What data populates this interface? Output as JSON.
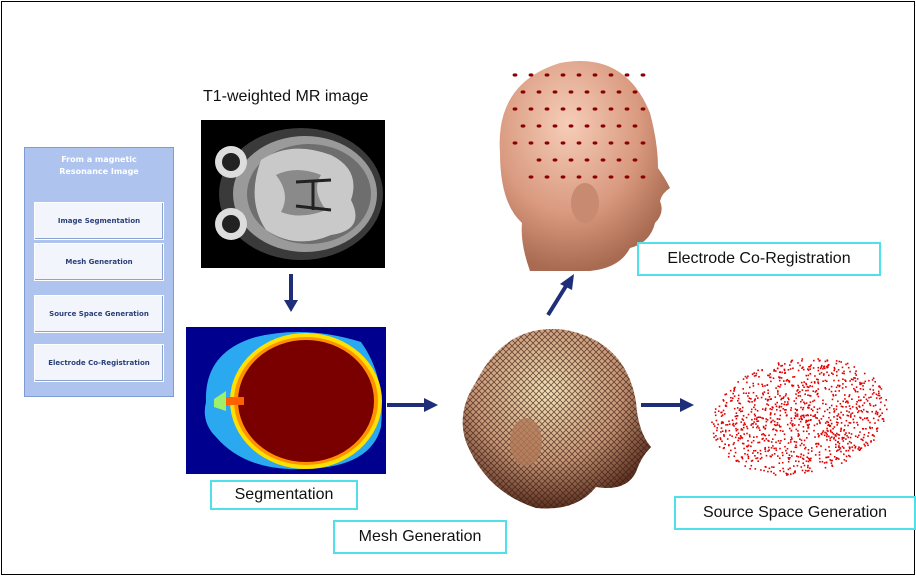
{
  "panel": {
    "title": "From a magnetic\nResonance Image",
    "buttons": [
      {
        "label": "Image Segmentation"
      },
      {
        "label": "Mesh Generation"
      },
      {
        "label": "Source Space Generation"
      },
      {
        "label": "Electrode Co-Registration"
      }
    ]
  },
  "captions": {
    "mri": "T1-weighted MR image",
    "segmentation": "Segmentation",
    "mesh": "Mesh Generation",
    "electrode": "Electrode Co-Registration",
    "source": "Source Space Generation"
  },
  "colors": {
    "arrow": "#1e2e78",
    "label_border": "#4fe0ea",
    "panel": "#aec4ee",
    "electrode_dot": "#8a0000",
    "source_dot": "#e00000"
  }
}
